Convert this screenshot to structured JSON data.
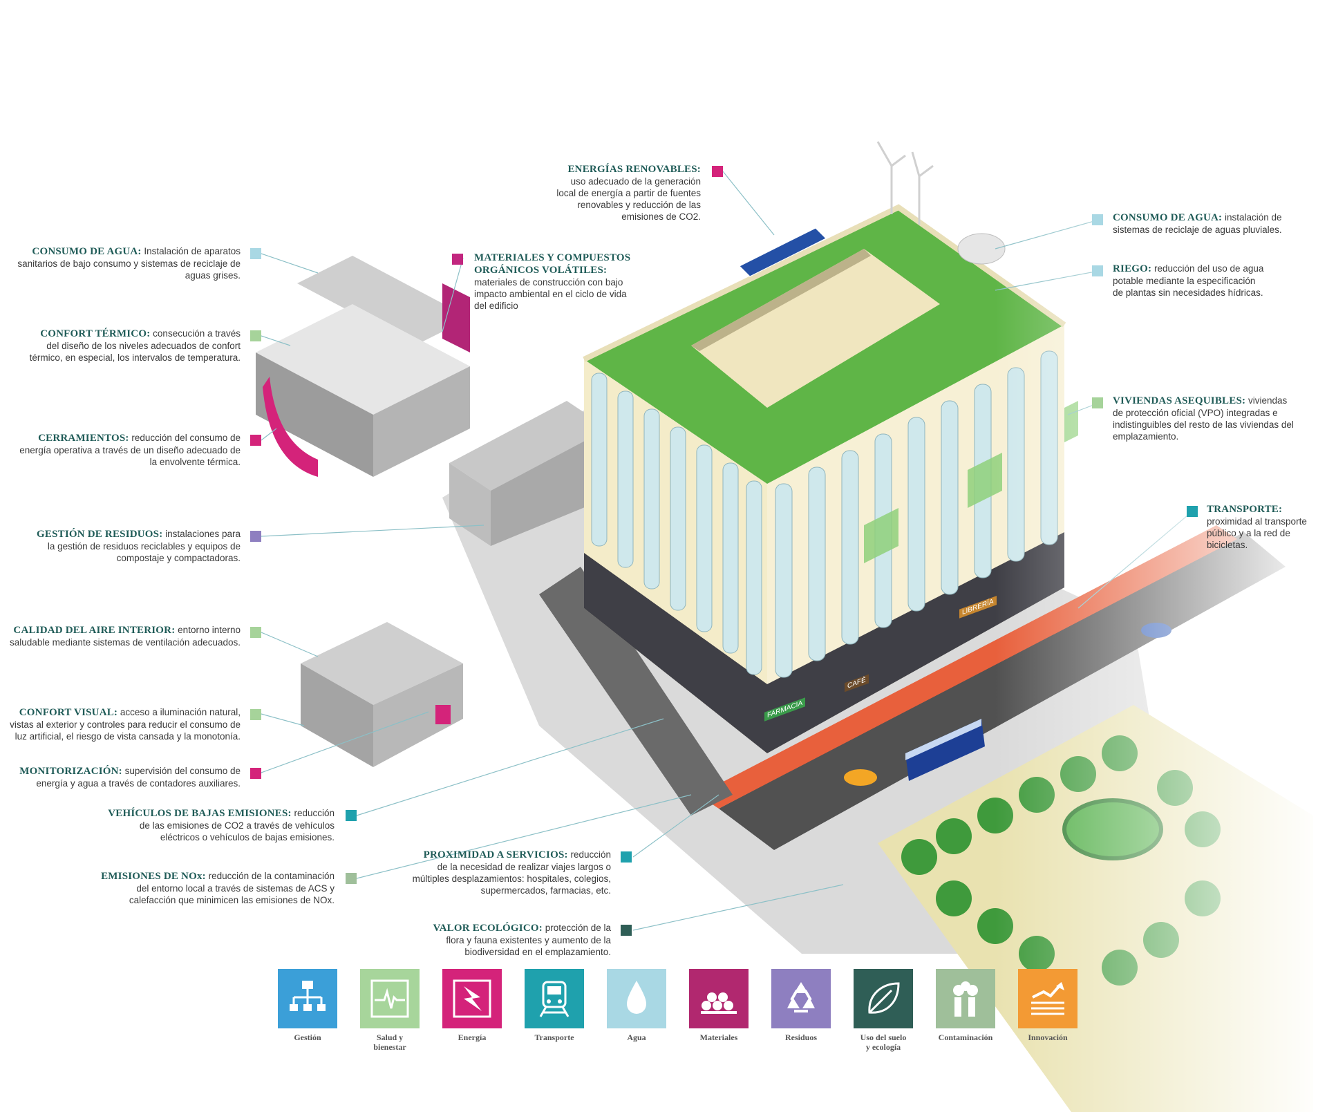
{
  "colors": {
    "roof_green": "#5fb547",
    "facade_cream": "#f4ecc9",
    "glass": "#cfe8ec",
    "road_red": "#e8603c",
    "ground": "#d9d9d9",
    "label_title": "#1f5b57"
  },
  "callouts": [
    {
      "id": "consumo-agua-int",
      "title": "CONSUMO DE AGUA:",
      "lines": [
        "Instalación de aparatos",
        "sanitarios de bajo consumo y sistemas de reciclaje de",
        "aguas grises."
      ],
      "color": "#a9d8e4"
    },
    {
      "id": "confort-termico",
      "title": "CONFORT TÉRMICO:",
      "lines": [
        "consecución a través",
        "del diseño de los niveles adecuados de confort",
        "térmico, en especial, los intervalos de temperatura."
      ],
      "color": "#a6d39a"
    },
    {
      "id": "cerramientos",
      "title": "CERRAMIENTOS:",
      "lines": [
        "reducción del consumo de",
        "energía operativa a través de un diseño adecuado de",
        "la envolvente térmica."
      ],
      "color": "#d4237a"
    },
    {
      "id": "gestion-residuos",
      "title": "GESTIÓN DE RESIDUOS:",
      "lines": [
        "instalaciones para",
        "la gestión de residuos reciclables y equipos de",
        "compostaje y compactadoras."
      ],
      "color": "#8e7fc0"
    },
    {
      "id": "calidad-aire",
      "title": "CALIDAD DEL AIRE INTERIOR:",
      "lines": [
        "entorno interno",
        "saludable mediante sistemas de ventilación adecuados."
      ],
      "color": "#a6d39a"
    },
    {
      "id": "confort-visual",
      "title": "CONFORT VISUAL:",
      "lines": [
        "acceso a iluminación natural,",
        "vistas al exterior y controles para reducir el consumo de",
        "luz artificial, el riesgo de vista cansada y la monotonía."
      ],
      "color": "#a6d39a"
    },
    {
      "id": "monitorizacion",
      "title": "MONITORIZACIÓN:",
      "lines": [
        "supervisión del consumo de",
        "energía y agua a través de contadores auxiliares."
      ],
      "color": "#d4237a"
    },
    {
      "id": "vehiculos",
      "title": "VEHÍCULOS DE BAJAS EMISIONES:",
      "lines": [
        "reducción",
        "de las emisiones de CO2 a través de vehículos",
        "eléctricos o vehículos de bajas emisiones."
      ],
      "color": "#1fa1ad"
    },
    {
      "id": "emisiones-nox",
      "title": "EMISIONES DE NOx:",
      "lines": [
        "reducción de la contaminación",
        "del entorno local a través de sistemas de ACS y",
        "calefacción que minimicen las emisiones de NOx."
      ],
      "color": "#9fbf9a"
    },
    {
      "id": "energias-renovables",
      "title": "ENERGÍAS RENOVABLES:",
      "lines": [
        "uso adecuado de la generación",
        "local de energía a partir de fuentes",
        "renovables y reducción de las",
        "emisiones de CO2."
      ],
      "color": "#d4237a"
    },
    {
      "id": "materiales-cov",
      "title": "MATERIALES Y COMPUESTOS",
      "title2": "ORGÁNICOS VOLÁTILES:",
      "lines": [
        "materiales de construcción con bajo",
        "impacto ambiental en el ciclo de vida",
        "del edificio"
      ],
      "color": "#c2267f"
    },
    {
      "id": "proximidad-servicios",
      "title": "PROXIMIDAD A SERVICIOS:",
      "lines": [
        "reducción",
        "de la necesidad de realizar viajes largos o",
        "múltiples desplazamientos: hospitales, colegios,",
        "supermercados, farmacias, etc."
      ],
      "color": "#1fa1ad"
    },
    {
      "id": "valor-ecologico",
      "title": "VALOR ECOLÓGICO:",
      "lines": [
        "protección de la",
        "flora y fauna existentes y aumento de la",
        "biodiversidad en el emplazamiento."
      ],
      "color": "#2f5e56"
    },
    {
      "id": "consumo-agua-ext",
      "title": "CONSUMO DE AGUA:",
      "lines": [
        "instalación de",
        "sistemas de reciclaje de aguas pluviales."
      ],
      "color": "#a9d8e4"
    },
    {
      "id": "riego",
      "title": "RIEGO:",
      "lines": [
        "reducción del uso de agua",
        "potable mediante la especificación",
        "de plantas sin necesidades hídricas."
      ],
      "color": "#a9d8e4"
    },
    {
      "id": "viviendas",
      "title": "VIVIENDAS ASEQUIBLES:",
      "lines": [
        "viviendas",
        "de protección oficial (VPO) integradas e",
        "indistinguibles del resto de las viviendas del",
        "emplazamiento."
      ],
      "color": "#a6d39a"
    },
    {
      "id": "transporte",
      "title": "TRANSPORTE:",
      "lines": [
        "proximidad al transporte",
        "público y a la red de",
        "bicicletas."
      ],
      "color": "#1fa1ad"
    }
  ],
  "categories": [
    {
      "name": "Gestión",
      "name2": "",
      "color": "#3b9fd8",
      "icon": "org-chart-icon"
    },
    {
      "name": "Salud y",
      "name2": "bienestar",
      "color": "#a7d59b",
      "icon": "heartbeat-icon"
    },
    {
      "name": "Energía",
      "name2": "",
      "color": "#d4237a",
      "icon": "lightning-icon"
    },
    {
      "name": "Transporte",
      "name2": "",
      "color": "#1fa1ad",
      "icon": "train-icon"
    },
    {
      "name": "Agua",
      "name2": "",
      "color": "#a9d8e4",
      "icon": "water-drop-icon"
    },
    {
      "name": "Materiales",
      "name2": "",
      "color": "#b1286f",
      "icon": "pipes-icon"
    },
    {
      "name": "Residuos",
      "name2": "",
      "color": "#8e7fc0",
      "icon": "recycle-icon"
    },
    {
      "name": "Uso del suelo",
      "name2": "y ecología",
      "color": "#2f5e56",
      "icon": "leaf-icon"
    },
    {
      "name": "Contaminación",
      "name2": "",
      "color": "#9fbf9a",
      "icon": "chimney-icon"
    },
    {
      "name": "Innovación",
      "name2": "",
      "color": "#f39a34",
      "icon": "growth-arrow-icon"
    }
  ],
  "signs": {
    "pharmacy": "FARMACIA",
    "bookshop": "LIBRERÍA",
    "cafe": "CAFÉ"
  }
}
